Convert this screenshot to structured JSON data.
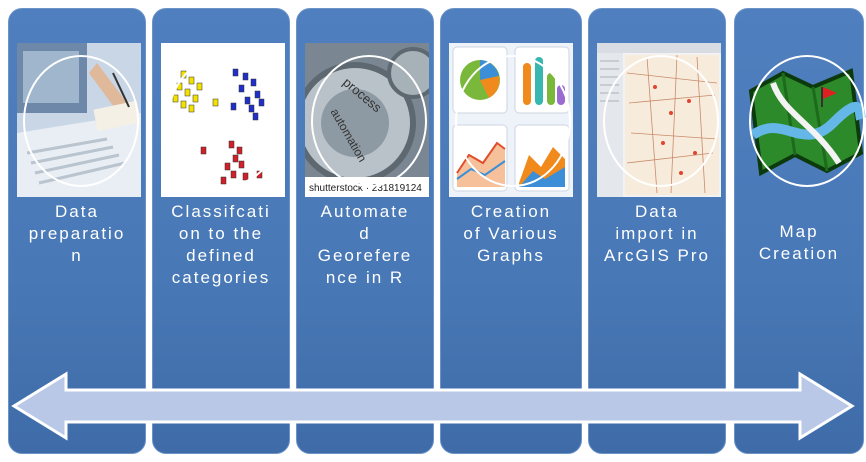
{
  "steps": [
    {
      "label": "Data\npreparatio\nn",
      "image": "laptop-writing-photo"
    },
    {
      "label": "Classifcati\non to the\ndefined\ncategories",
      "image": "scatter-categories"
    },
    {
      "label": "Automate\nd\nGeorefere\nnce in R",
      "image": "process-automation-gears",
      "stock_text": "shutterstock · 231819124"
    },
    {
      "label": "Creation\nof Various\nGraphs",
      "image": "chart-icons"
    },
    {
      "label": "Data\nimport in\nArcGIS Pro",
      "image": "gis-map-screenshot"
    },
    {
      "label": "Map\nCreation",
      "image": "map-icon"
    }
  ],
  "colors": {
    "panel": "#4f7fbe",
    "arrow": "#b8c8e6",
    "text": "#ffffff"
  }
}
